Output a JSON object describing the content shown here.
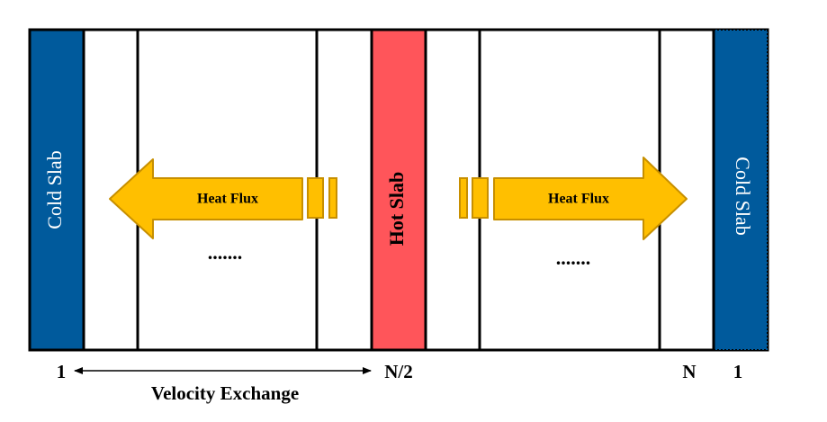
{
  "labels": {
    "cold_slab_left": "Cold Slab",
    "hot_slab": "Hot Slab",
    "cold_slab_right": "Cold Slab",
    "heat_flux_left": "Heat Flux",
    "heat_flux_right": "Heat Flux",
    "dots_left": ".......",
    "dots_right": ".......",
    "index_first": "1",
    "index_mid": "N/2",
    "index_last": "N",
    "index_periodic": "1",
    "velocity_exchange": "Velocity Exchange"
  },
  "colors": {
    "cold_slab": "#005a9c",
    "hot_slab": "#ff555a",
    "arrow_fill": "#ffbf00",
    "arrow_stroke": "#c78f00",
    "line": "#000000"
  }
}
